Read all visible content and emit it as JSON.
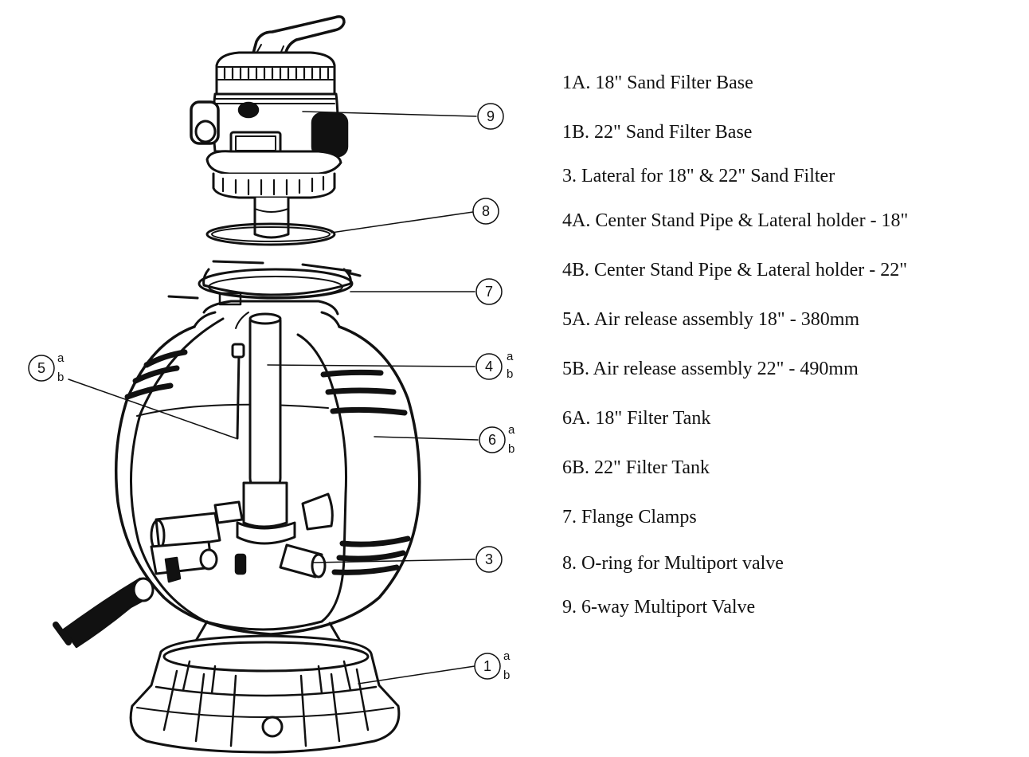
{
  "callouts": [
    {
      "id": "9",
      "number": "9",
      "sub_a": "",
      "sub_b": ""
    },
    {
      "id": "8",
      "number": "8",
      "sub_a": "",
      "sub_b": ""
    },
    {
      "id": "7",
      "number": "7",
      "sub_a": "",
      "sub_b": ""
    },
    {
      "id": "4",
      "number": "4",
      "sub_a": "a",
      "sub_b": "b"
    },
    {
      "id": "5",
      "number": "5",
      "sub_a": "a",
      "sub_b": "b"
    },
    {
      "id": "6",
      "number": "6",
      "sub_a": "a",
      "sub_b": "b"
    },
    {
      "id": "3",
      "number": "3",
      "sub_a": "",
      "sub_b": ""
    },
    {
      "id": "1",
      "number": "1",
      "sub_a": "a",
      "sub_b": "b"
    }
  ],
  "legend": [
    "1A. 18\" Sand Filter Base",
    "1B. 22\" Sand Filter Base",
    "3. Lateral for 18\" & 22\" Sand Filter",
    "4A. Center Stand Pipe & Lateral holder - 18\"",
    "4B. Center Stand Pipe & Lateral holder - 22\"",
    "5A. Air release assembly 18\" - 380mm",
    "5B. Air release assembly 22\" - 490mm",
    "6A. 18\" Filter Tank",
    "6B. 22\" Filter Tank",
    "7. Flange Clamps",
    "8. O-ring for Multiport valve",
    "9. 6-way Multiport Valve"
  ],
  "colors": {
    "line": "#111111",
    "background": "#ffffff"
  }
}
